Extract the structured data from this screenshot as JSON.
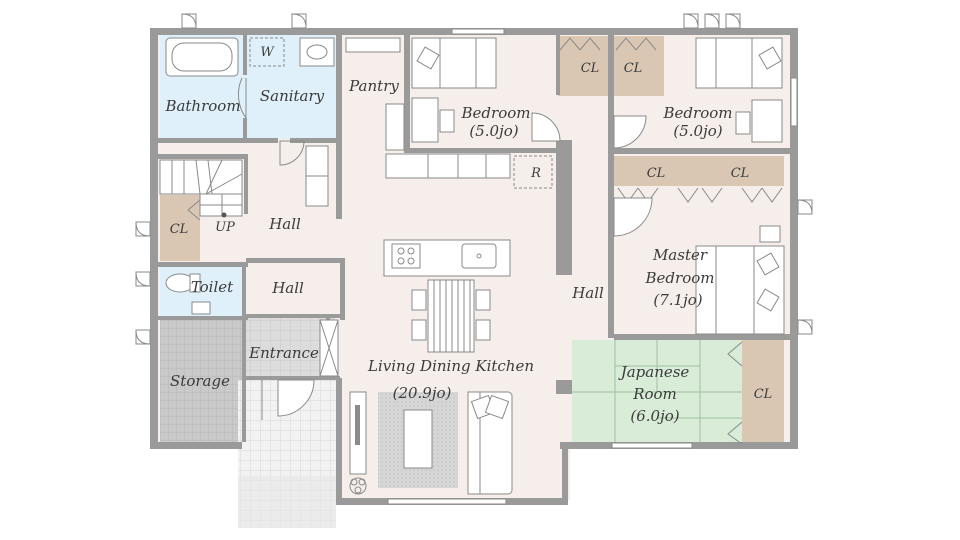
{
  "colors": {
    "wall": "#9a9a9a",
    "floor": "#f5eeea",
    "wet": "#dff0fa",
    "closet": "#d9c7b4",
    "tatami": "#d8ecd8",
    "storage": "#c9c9c9",
    "entrance": "#dcdcdc",
    "porch": "#eaeaea"
  },
  "rooms": {
    "bathroom": "Bathroom",
    "sanitary": "Sanitary",
    "washer": "W",
    "pantry": "Pantry",
    "bedroom1_name": "Bedroom",
    "bedroom1_size": "(5.0jo)",
    "bedroom2_name": "Bedroom",
    "bedroom2_size": "(5.0jo)",
    "closet": "CL",
    "fridge": "R",
    "hall": "Hall",
    "up": "UP",
    "toilet": "Toilet",
    "entrance": "Entrance",
    "storage": "Storage",
    "ldk_name": "Living Dining Kitchen",
    "ldk_size": "(20.9jo)",
    "master_l1": "Master",
    "master_l2": "Bedroom",
    "master_size": "(7.1jo)",
    "japanese_l1": "Japanese",
    "japanese_l2": "Room",
    "japanese_size": "(6.0jo)"
  }
}
